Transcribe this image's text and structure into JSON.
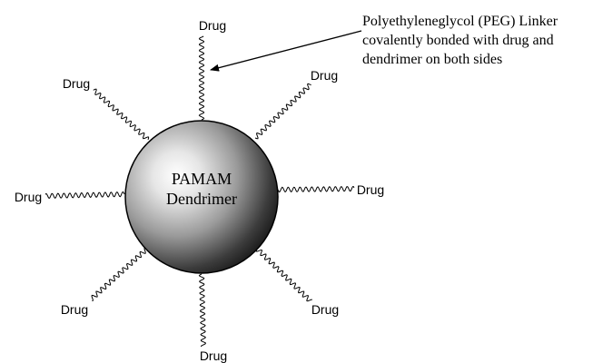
{
  "core": {
    "line1": "PAMAM",
    "line2": "Dendrimer"
  },
  "annotation": {
    "line1": "Polyethyleneglycol (PEG) Linker",
    "line2": "covalently bonded with drug and",
    "line3": "dendrimer on both sides"
  },
  "drugs": [
    {
      "label": "Drug",
      "direction": "top"
    },
    {
      "label": "Drug",
      "direction": "top-right"
    },
    {
      "label": "Drug",
      "direction": "right"
    },
    {
      "label": "Drug",
      "direction": "bottom-right"
    },
    {
      "label": "Drug",
      "direction": "bottom"
    },
    {
      "label": "Drug",
      "direction": "bottom-left"
    },
    {
      "label": "Drug",
      "direction": "left"
    },
    {
      "label": "Drug",
      "direction": "top-left"
    }
  ],
  "colors": {
    "sphere_highlight": "#ffffff",
    "sphere_mid": "#9a9a9a",
    "sphere_shadow": "#1a1a1a",
    "ink": "#000000"
  }
}
